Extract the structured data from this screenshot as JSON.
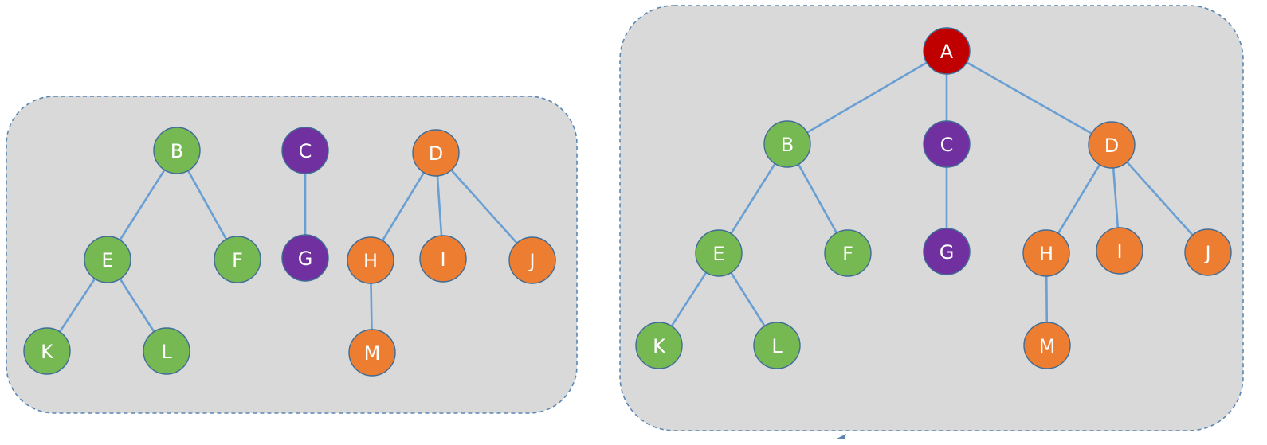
{
  "colors": {
    "root": "#c00000",
    "green": "#76b852",
    "purple": "#7030a0",
    "orange": "#ed7d31"
  },
  "forest": {
    "nodes": [
      {
        "id": "B",
        "label": "B",
        "color": "green"
      },
      {
        "id": "E",
        "label": "E",
        "color": "green"
      },
      {
        "id": "F",
        "label": "F",
        "color": "green"
      },
      {
        "id": "K",
        "label": "K",
        "color": "green"
      },
      {
        "id": "L",
        "label": "L",
        "color": "green"
      },
      {
        "id": "C",
        "label": "C",
        "color": "purple"
      },
      {
        "id": "G",
        "label": "G",
        "color": "purple"
      },
      {
        "id": "D",
        "label": "D",
        "color": "orange"
      },
      {
        "id": "H",
        "label": "H",
        "color": "orange"
      },
      {
        "id": "I",
        "label": "I",
        "color": "orange"
      },
      {
        "id": "J",
        "label": "J",
        "color": "orange"
      },
      {
        "id": "M",
        "label": "M",
        "color": "orange"
      }
    ],
    "edges": [
      [
        "B",
        "E"
      ],
      [
        "B",
        "F"
      ],
      [
        "E",
        "K"
      ],
      [
        "E",
        "L"
      ],
      [
        "C",
        "G"
      ],
      [
        "D",
        "H"
      ],
      [
        "D",
        "I"
      ],
      [
        "D",
        "J"
      ],
      [
        "H",
        "M"
      ]
    ]
  },
  "tree": {
    "nodes": [
      {
        "id": "A",
        "label": "A",
        "color": "root"
      },
      {
        "id": "B",
        "label": "B",
        "color": "green"
      },
      {
        "id": "C",
        "label": "C",
        "color": "purple"
      },
      {
        "id": "D",
        "label": "D",
        "color": "orange"
      },
      {
        "id": "E",
        "label": "E",
        "color": "green"
      },
      {
        "id": "F",
        "label": "F",
        "color": "green"
      },
      {
        "id": "G",
        "label": "G",
        "color": "purple"
      },
      {
        "id": "H",
        "label": "H",
        "color": "orange"
      },
      {
        "id": "I",
        "label": "I",
        "color": "orange"
      },
      {
        "id": "J",
        "label": "J",
        "color": "orange"
      },
      {
        "id": "K",
        "label": "K",
        "color": "green"
      },
      {
        "id": "L",
        "label": "L",
        "color": "green"
      },
      {
        "id": "M",
        "label": "M",
        "color": "orange"
      }
    ],
    "edges": [
      [
        "A",
        "B"
      ],
      [
        "A",
        "C"
      ],
      [
        "A",
        "D"
      ],
      [
        "B",
        "E"
      ],
      [
        "B",
        "F"
      ],
      [
        "E",
        "K"
      ],
      [
        "E",
        "L"
      ],
      [
        "C",
        "G"
      ],
      [
        "D",
        "H"
      ],
      [
        "D",
        "I"
      ],
      [
        "D",
        "J"
      ],
      [
        "H",
        "M"
      ]
    ]
  }
}
